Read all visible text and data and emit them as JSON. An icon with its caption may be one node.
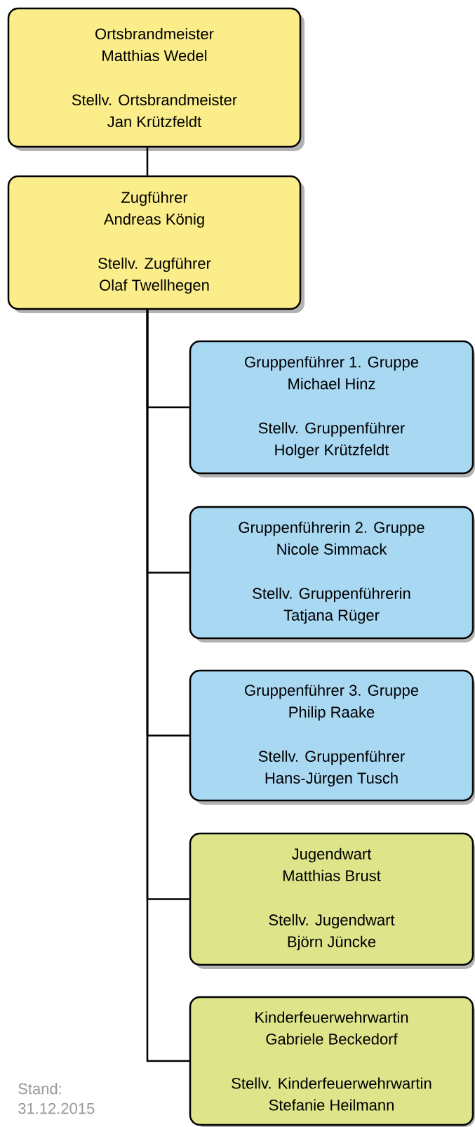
{
  "diagram": {
    "nodes": [
      {
        "text": [
          "Ortsbrandmeister",
          "Matthias Wedel",
          "Stellv. Ortsbrandmeister",
          "Jan Krützfeldt"
        ]
      },
      {
        "text": [
          "Zugführer",
          "Andreas König",
          "Stellv. Zugführer",
          "Olaf Twellhegen"
        ]
      },
      {
        "text": [
          "Gruppenführer 1. Gruppe",
          "Michael Hinz",
          "Stellv. Gruppenführer",
          "Holger Krützfeldt"
        ]
      },
      {
        "text": [
          "Gruppenführerin 2. Gruppe",
          "Nicole Simmack",
          "Stellv. Gruppenführerin",
          "Tatjana Rüger"
        ]
      },
      {
        "text": [
          "Gruppenführer 3. Gruppe",
          "Philip Raake",
          "Stellv. Gruppenführer",
          "Hans-Jürgen Tusch"
        ]
      },
      {
        "text": [
          "Jugendwart",
          "Matthias Brust",
          "Stellv. Jugendwart",
          "Björn Jüncke"
        ]
      },
      {
        "text": [
          "Kinderfeuerwehrwartin",
          "Gabriele Beckedorf",
          "Stellv. Kinderfeuerwehrwartin",
          "Stefanie Heilmann"
        ]
      }
    ],
    "edges": [
      {
        "from": 0,
        "to": 1,
        "arrow": "none"
      },
      {
        "from": 1,
        "to": 2,
        "arrow": "none"
      },
      {
        "from": 1,
        "to": 3,
        "arrow": "none"
      },
      {
        "from": 1,
        "to": 4,
        "arrow": "none"
      },
      {
        "from": 1,
        "to": 5,
        "arrow": "none"
      },
      {
        "from": 1,
        "to": 6,
        "arrow": "none"
      }
    ],
    "labels": [
      "Stand: 31.12.2015"
    ]
  }
}
